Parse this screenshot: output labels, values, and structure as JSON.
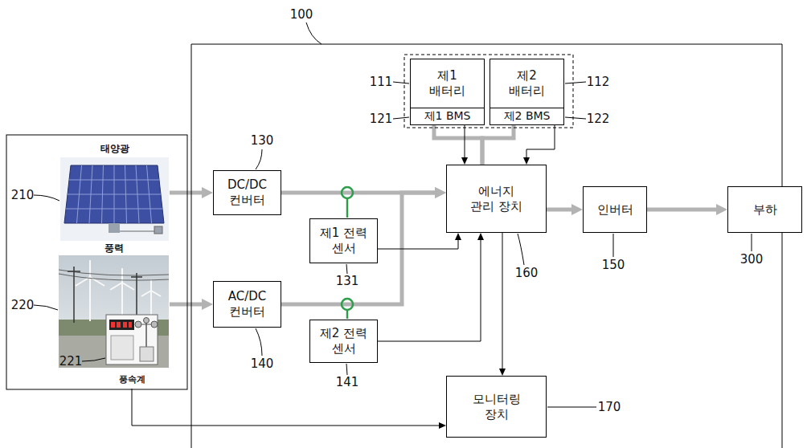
{
  "diagram": {
    "nodes": [
      {
        "text": [
          "태양광"
        ]
      },
      {
        "text": [
          "풍력"
        ]
      },
      {
        "text": [
          "풍속계"
        ],
        "in": 1
      },
      {
        "text": [
          "제1 배터리"
        ]
      },
      {
        "text": [
          "제1 BMS"
        ]
      },
      {
        "text": [
          "제2 배터리"
        ]
      },
      {
        "text": [
          "제2 BMS"
        ]
      },
      {
        "text": [
          "DC/DC 컨버터"
        ]
      },
      {
        "text": [
          "에너지 관리 장치"
        ]
      },
      {
        "text": [
          "인버터"
        ]
      },
      {
        "text": [
          "부하"
        ]
      },
      {
        "text": [
          "제1 전력 센서"
        ]
      },
      {
        "text": [
          "AC/DC 컨버터"
        ]
      },
      {
        "text": [
          "제2 전력 센서"
        ]
      },
      {
        "text": [
          "모니터링 장치"
        ]
      }
    ],
    "edges": [
      {
        "from": 0,
        "to": 7,
        "arrow": "to"
      },
      {
        "from": 1,
        "to": 12,
        "arrow": "to"
      },
      {
        "from": 7,
        "to": 8,
        "arrow": "to"
      },
      {
        "from": 12,
        "to": 8,
        "arrow": "to"
      },
      {
        "from": 4,
        "to": 8,
        "arrow": "none"
      },
      {
        "from": 6,
        "to": 8,
        "arrow": "none"
      },
      {
        "from": 4,
        "to": 8,
        "arrow": "to"
      },
      {
        "from": 6,
        "to": 8,
        "arrow": "to"
      },
      {
        "from": 8,
        "to": 9,
        "arrow": "to"
      },
      {
        "from": 9,
        "to": 10,
        "arrow": "to"
      },
      {
        "from": 11,
        "to": 8,
        "arrow": "to"
      },
      {
        "from": 13,
        "to": 8,
        "arrow": "to"
      },
      {
        "from": 8,
        "to": 14,
        "arrow": "to"
      },
      {
        "from": 2,
        "to": 14,
        "arrow": "to"
      }
    ],
    "labels": [
      "100",
      "210",
      "220",
      "221",
      "111",
      "121",
      "112",
      "122",
      "130",
      "131",
      "140",
      "141",
      "160",
      "150",
      "300",
      "170"
    ]
  }
}
